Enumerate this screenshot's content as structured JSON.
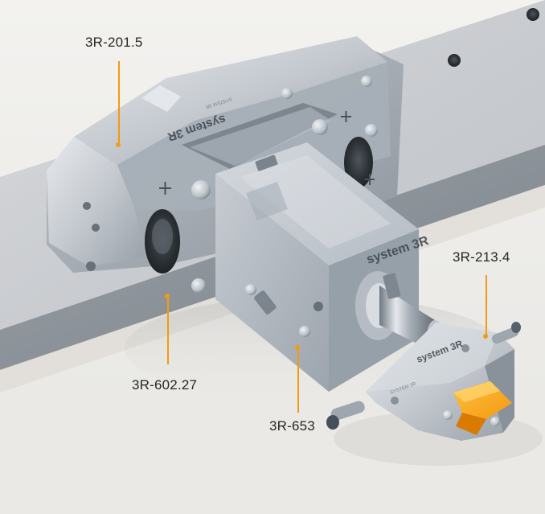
{
  "scene": {
    "background_color": "#efeeeb",
    "accent_color": "#f39a12"
  },
  "callouts": [
    {
      "id": "top",
      "label": "3R-201.5"
    },
    {
      "id": "left",
      "label": "3R-602.27"
    },
    {
      "id": "center",
      "label": "3R-653"
    },
    {
      "id": "right",
      "label": "3R-213.4"
    }
  ],
  "engraving": {
    "top_block": "system 3R",
    "center_block": "system 3R",
    "right_holder": "system 3R"
  },
  "icons": {
    "top_cross": "cross-symbol-icon",
    "left_cross": "cross-symbol-icon",
    "right_cross": "cross-symbol-icon"
  }
}
